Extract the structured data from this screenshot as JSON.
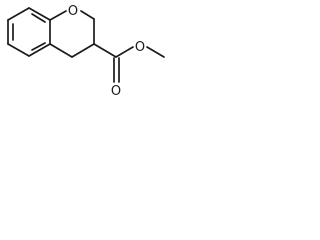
{
  "structure": {
    "bond_color": "#1a1a1a",
    "atom_labels": {
      "ring_oxygen": "O",
      "carbonyl_oxygen": "O",
      "ester_oxygen": "O"
    }
  }
}
